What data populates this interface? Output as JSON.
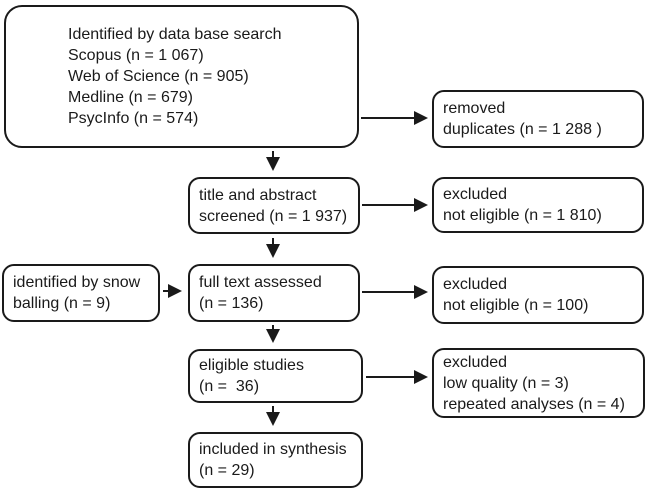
{
  "colors": {
    "border": "#1a1a1a",
    "text": "#1a1a1a",
    "line": "#1a1a1a",
    "bg": "#ffffff"
  },
  "boxes": {
    "db_search": {
      "lines": [
        "Identified by data base search",
        "Scopus (n = 1 067)",
        "Web of Science (n = 905)",
        "Medline (n = 679)",
        "PsycInfo (n = 574)"
      ]
    },
    "removed_duplicates": {
      "lines": [
        "removed",
        "duplicates (n = 1 288 )"
      ]
    },
    "title_abstract": {
      "lines": [
        "title and abstract",
        "screened (n = 1 937)"
      ]
    },
    "excluded_screening": {
      "lines": [
        "excluded",
        "not eligible (n = 1 810)"
      ]
    },
    "snowballing": {
      "lines": [
        "identified by snow",
        "balling (n = 9)"
      ]
    },
    "full_text": {
      "lines": [
        "full text assessed",
        "(n = 136)"
      ]
    },
    "excluded_fulltext": {
      "lines": [
        "excluded",
        "not eligible (n = 100)"
      ]
    },
    "eligible": {
      "lines": [
        "eligible studies",
        "(n =  36)"
      ]
    },
    "excluded_quality": {
      "lines": [
        "excluded",
        "low quality (n = 3)",
        "repeated analyses (n = 4)"
      ]
    },
    "included": {
      "lines": [
        "included in synthesis",
        "(n = 29)"
      ]
    }
  }
}
